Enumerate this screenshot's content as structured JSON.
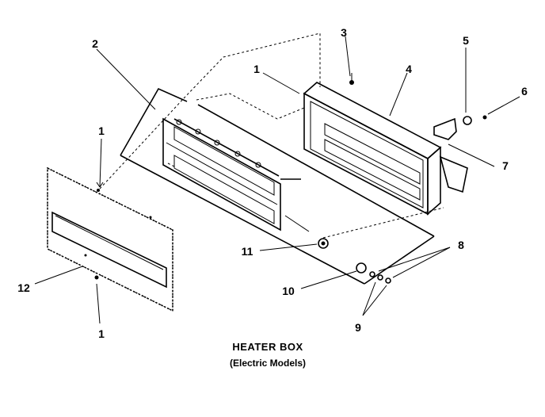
{
  "caption": {
    "title": "HEATER BOX",
    "subtitle": "(Electric Models)"
  },
  "callouts": {
    "c1_top": "1",
    "c1_left": "1",
    "c1_bottom": "1",
    "c2": "2",
    "c3": "3",
    "c4": "4",
    "c5": "5",
    "c6": "6",
    "c7": "7",
    "c8": "8",
    "c9": "9",
    "c10": "10",
    "c11": "11",
    "c12": "12"
  }
}
